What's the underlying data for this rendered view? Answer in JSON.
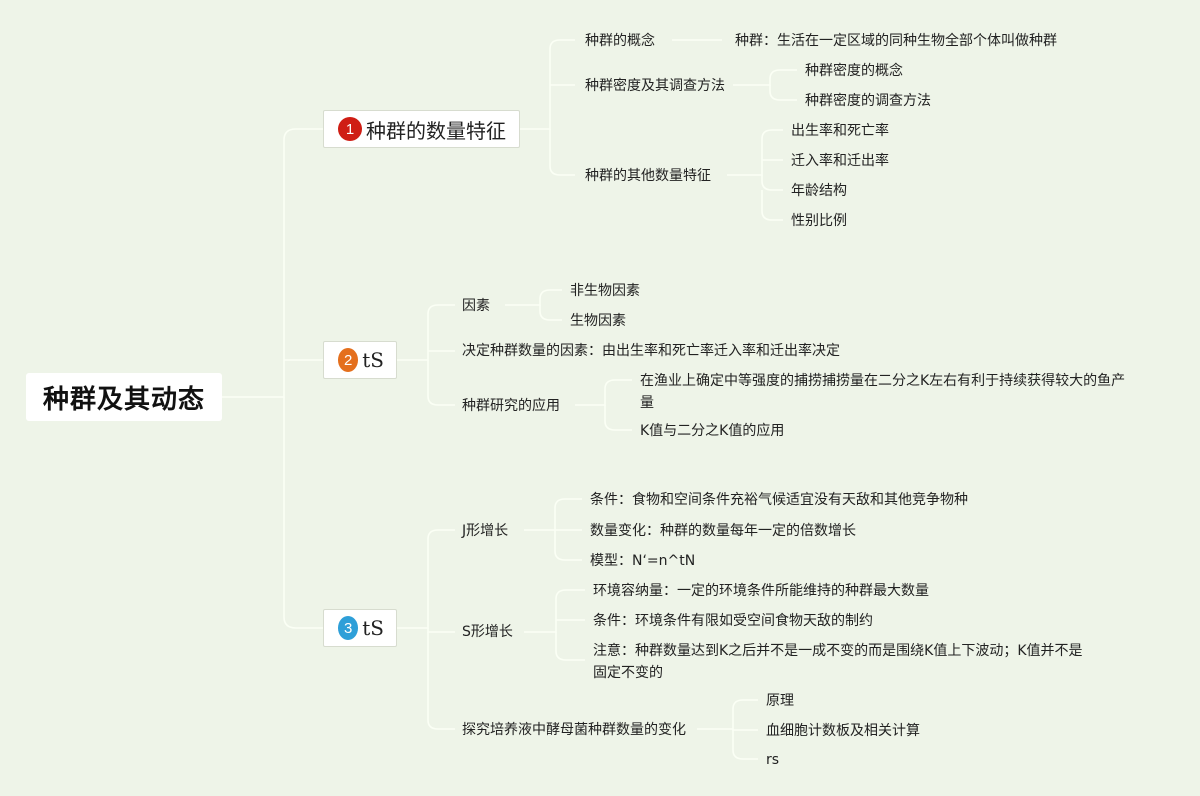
{
  "root": "种群及其动态",
  "branches": [
    {
      "badge": "1",
      "label": "种群的数量特征",
      "children": [
        {
          "label": "种群的概念",
          "children": [
            {
              "label": "种群：生活在一定区域的同种生物全部个体叫做种群"
            }
          ]
        },
        {
          "label": "种群密度及其调查方法",
          "children": [
            {
              "label": "种群密度的概念"
            },
            {
              "label": "种群密度的调查方法"
            }
          ]
        },
        {
          "label": "种群的其他数量特征",
          "children": [
            {
              "label": "出生率和死亡率"
            },
            {
              "label": "迁入率和迁出率"
            },
            {
              "label": "年龄结构"
            },
            {
              "label": "性别比例"
            }
          ]
        }
      ]
    },
    {
      "badge": "2",
      "label": "tS",
      "children": [
        {
          "label": "因素",
          "children": [
            {
              "label": "非生物因素"
            },
            {
              "label": "生物因素"
            }
          ]
        },
        {
          "label": "决定种群数量的因素：由出生率和死亡率迁入率和迁出率决定"
        },
        {
          "label": "种群研究的应用",
          "children": [
            {
              "label": "在渔业上确定中等强度的捕捞捕捞量在二分之K左右有利于持续获得较大的鱼产量"
            },
            {
              "label": "K值与二分之K值的应用"
            }
          ]
        }
      ]
    },
    {
      "badge": "3",
      "label": "tS",
      "children": [
        {
          "label": "J形增长",
          "children": [
            {
              "label": "条件：食物和空间条件充裕气候适宜没有天敌和其他竞争物种"
            },
            {
              "label": "数量变化：种群的数量每年一定的倍数增长"
            },
            {
              "label": "模型：N‘=n^tN"
            }
          ]
        },
        {
          "label": "S形增长",
          "children": [
            {
              "label": "环境容纳量：一定的环境条件所能维持的种群最大数量"
            },
            {
              "label": "条件：环境条件有限如受空间食物天敌的制约"
            },
            {
              "label": "注意：种群数量达到K之后并不是一成不变的而是围绕K值上下波动；K值并不是固定不变的"
            }
          ]
        },
        {
          "label": "探究培养液中酵母菌种群数量的变化",
          "children": [
            {
              "label": "原理"
            },
            {
              "label": "血细胞计数板及相关计算"
            },
            {
              "label": "rs"
            }
          ]
        }
      ]
    }
  ]
}
